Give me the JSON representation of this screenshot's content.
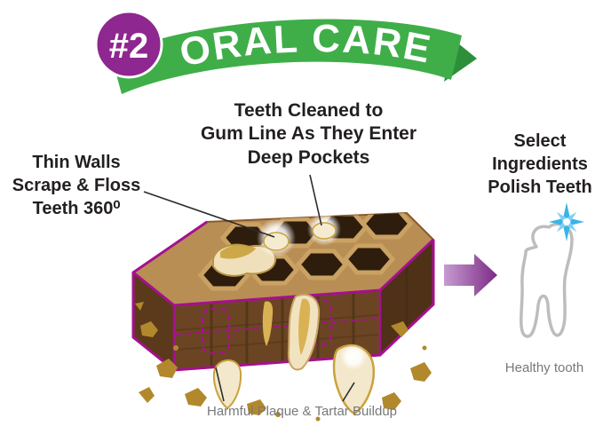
{
  "banner": {
    "badge_number": "#2",
    "title": "ORAL CARE"
  },
  "callouts": {
    "teeth_cleaned": "Teeth Cleaned to\nGum Line As They Enter\nDeep Pockets",
    "thin_walls": "Thin Walls\nScrape & Floss\nTeeth 360⁰",
    "select_ingredients": "Select\nIngredients\nPolish Teeth"
  },
  "labels": {
    "healthy_tooth": "Healthy tooth",
    "harmful_plaque": "Harmful Plaque & Tartar Buildup"
  },
  "colors": {
    "ribbon_green": "#3fae49",
    "ribbon_fold_green": "#2e8f3a",
    "badge_purple": "#8e278f",
    "heading_dark": "#231f20",
    "label_gray": "#77787b",
    "arrow_purple_light": "#c79bd1",
    "arrow_purple_dark": "#7b2b84",
    "cut_outline_magenta": "#a5108e",
    "chew_top_tan": "#b98e55",
    "chew_front_brown": "#6b4523",
    "plaque_gold": "#b2882c",
    "tooth_cream": "#f3e8cc",
    "tooth_outline_gray": "#bdbdbd",
    "sparkle_blue": "#3ab4e8"
  }
}
